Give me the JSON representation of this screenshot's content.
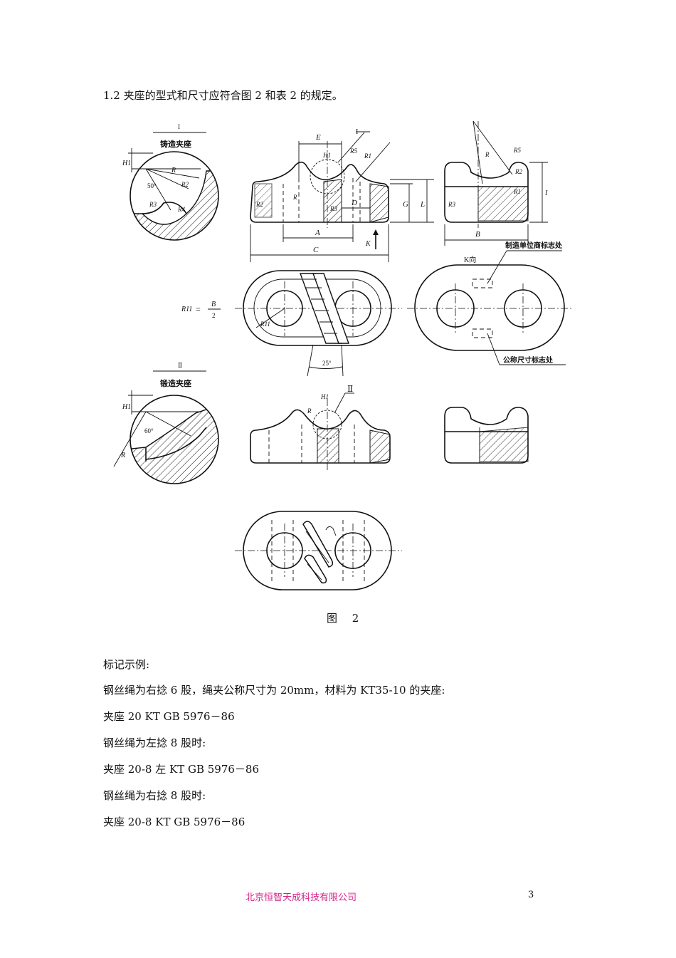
{
  "section": {
    "number": "1.2",
    "text": "夹座的型式和尺寸应符合图 2 和表 2 的规定。"
  },
  "figure": {
    "caption": "图 2",
    "labels": {
      "detail_I_numeral": "I",
      "detail_I_title": "铸造夹座",
      "detail_II_numeral": "Ⅱ",
      "detail_II_title": "锻造夹座",
      "H1": "H1",
      "R": "R",
      "R2": "R2",
      "R3": "R3",
      "R1": "R1",
      "R4": "R4",
      "R5": "R5",
      "R11": "R11",
      "angle_50": "50°",
      "angle_60": "60°",
      "angle_25": "25°",
      "E": "E",
      "A": "A",
      "C": "C",
      "D": "D",
      "G": "G",
      "L": "L",
      "B": "B",
      "I_dim": "I",
      "K": "K",
      "view_k": "K向",
      "maker_mark": "制造单位商标志处",
      "size_mark": "公称尺寸标志处",
      "r11_eq_num": "B",
      "r11_eq_den": "2",
      "r11_eq_sign": "="
    }
  },
  "marking": {
    "heading": "标记示例:",
    "lines": [
      "钢丝绳为右捻 6 股，绳夹公称尺寸为 20mm，材料为 KT35-10 的夹座:",
      "夹座 20 KT GB 5976－86",
      "钢丝绳为左捻 8 股时:",
      "夹座 20-8 左  KT GB 5976－86",
      "钢丝绳为右捻 8 股时:",
      "夹座 20-8 KT GB 5976－86"
    ]
  },
  "footer": {
    "company": "北京恒智天成科技有限公司",
    "page": "3"
  }
}
